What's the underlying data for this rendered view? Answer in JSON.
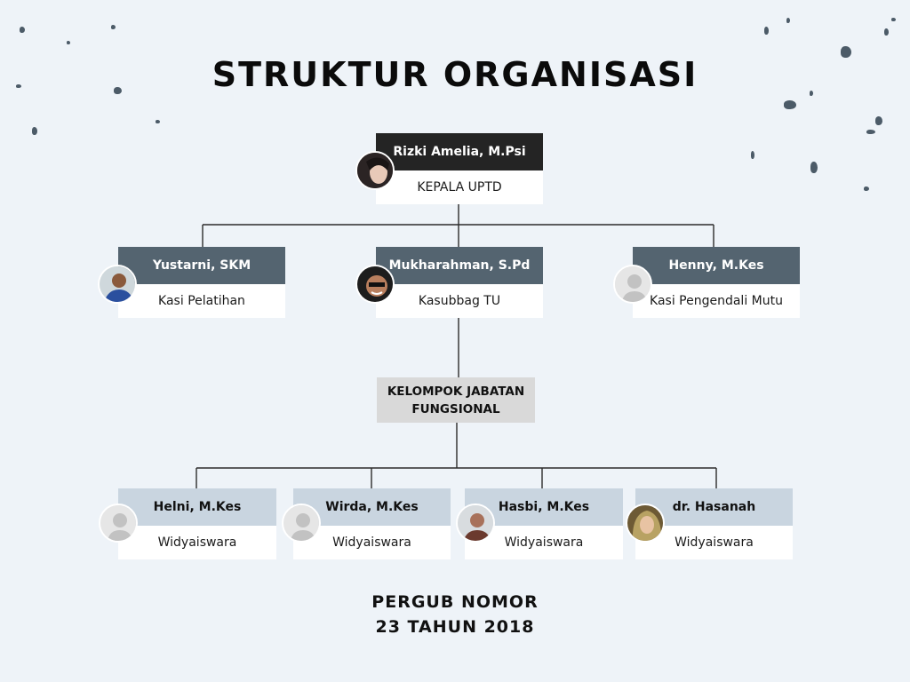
{
  "title": "STRUKTUR ORGANISASI",
  "head": {
    "name": "Rizki Amelia, M.Psi",
    "role": "KEPALA UPTD"
  },
  "level2": [
    {
      "name": "Yustarni, SKM",
      "role": "Kasi Pelatihan"
    },
    {
      "name": "Mukharahman, S.Pd",
      "role": "Kasubbag TU"
    },
    {
      "name": "Henny, M.Kes",
      "role": "Kasi Pengendali Mutu"
    }
  ],
  "group": {
    "line1": "KELOMPOK JABATAN",
    "line2": "FUNGSIONAL"
  },
  "level3": [
    {
      "name": "Helni, M.Kes",
      "role": "Widyaiswara"
    },
    {
      "name": "Wirda, M.Kes",
      "role": "Widyaiswara"
    },
    {
      "name": "Hasbi, M.Kes",
      "role": "Widyaiswara"
    },
    {
      "name": "dr. Hasanah",
      "role": "Widyaiswara"
    }
  ],
  "footer": {
    "line1": "PERGUB NOMOR",
    "line2": "23 TAHUN 2018"
  },
  "colors": {
    "background": "#eef3f8",
    "head_header": "#242424",
    "level2_header": "#546470",
    "level3_header": "#c9d5e0",
    "group_box": "#d9d9d9",
    "connector": "#2b2b2b"
  },
  "icons": [
    "photo-avatar",
    "placeholder-person-avatar"
  ]
}
